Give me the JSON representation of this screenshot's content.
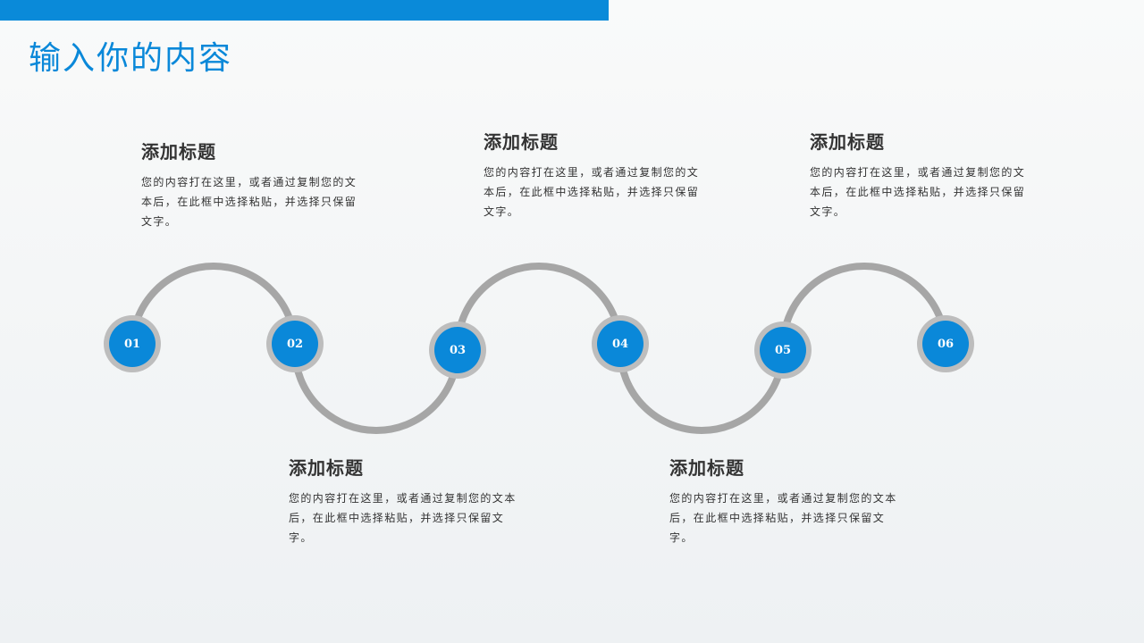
{
  "slide": {
    "title": "输入你的内容"
  },
  "colors": {
    "accent": "#0a88d9",
    "ring": "#bdbdbd",
    "arc": "#a6a6a6"
  },
  "steps": [
    {
      "number": "01",
      "title": "添加标题",
      "text": "您的内容打在这里，或者通过复制您的文本后，在此框中选择粘贴，并选择只保留文字。"
    },
    {
      "number": "02",
      "title": "添加标题",
      "text": "您的内容打在这里，或者通过复制您的文本后，在此框中选择粘贴，并选择只保留文字。"
    },
    {
      "number": "03",
      "title": "添加标题",
      "text": "您的内容打在这里，或者通过复制您的文本后，在此框中选择粘贴，并选择只保留文字。"
    },
    {
      "number": "04",
      "title": "添加标题",
      "text": "您的内容打在这里，或者通过复制您的文本后，在此框中选择粘贴，并选择只保留文字。"
    },
    {
      "number": "05",
      "title": "添加标题",
      "text": "您的内容打在这里，或者通过复制您的文本后，在此框中选择粘贴，并选择只保留文字。"
    },
    {
      "number": "06"
    }
  ]
}
